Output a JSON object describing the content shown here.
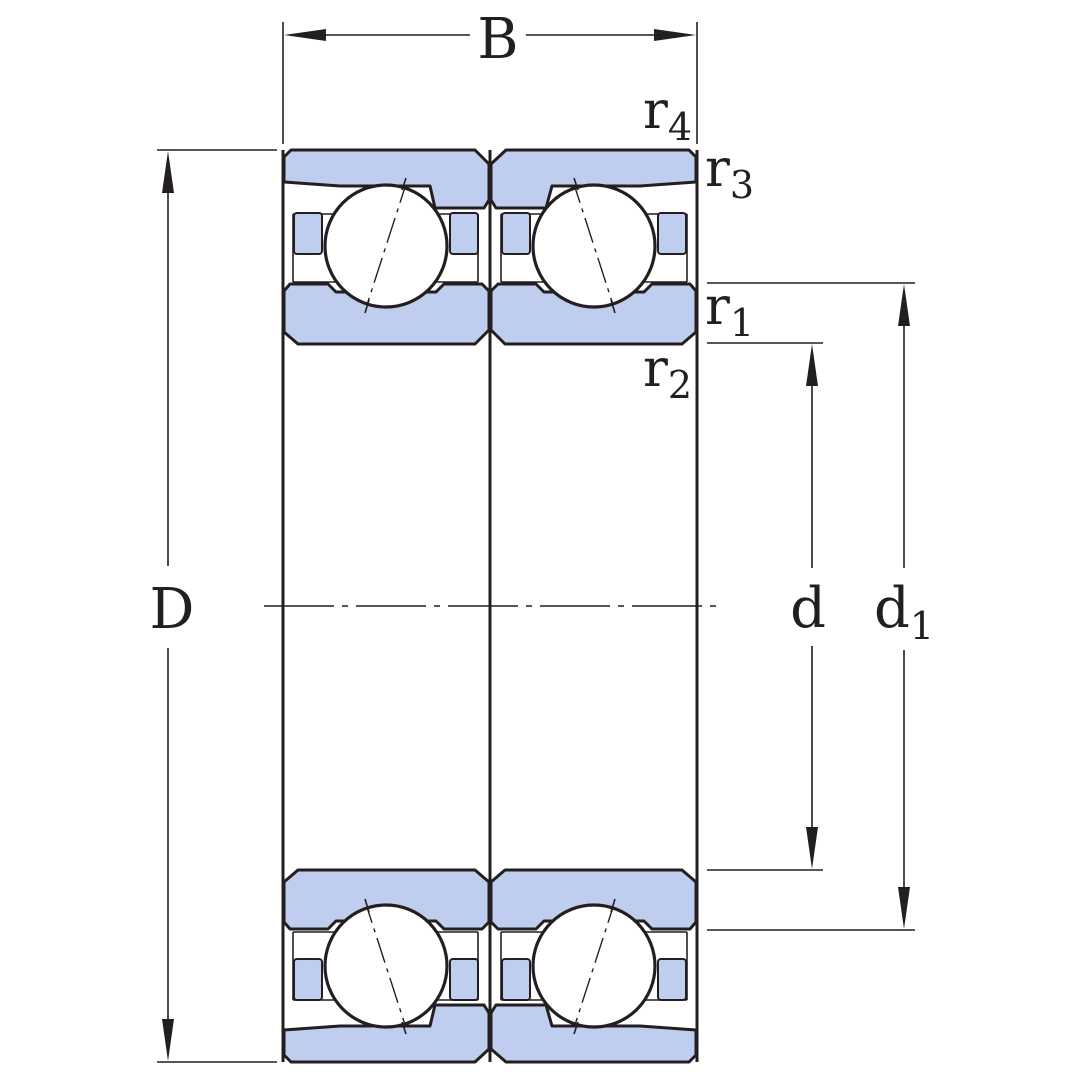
{
  "diagram": {
    "labels": {
      "width": "B",
      "outer_diameter": "D",
      "bore": "d",
      "d1_main": "d",
      "d1_sub": "1",
      "r_main": "r",
      "r1_sub": "1",
      "r2_sub": "2",
      "r3_sub": "3",
      "r4_sub": "4"
    },
    "colors": {
      "ring_fill": "#bfcdee",
      "line": "#231f20",
      "background": "#ffffff"
    }
  }
}
